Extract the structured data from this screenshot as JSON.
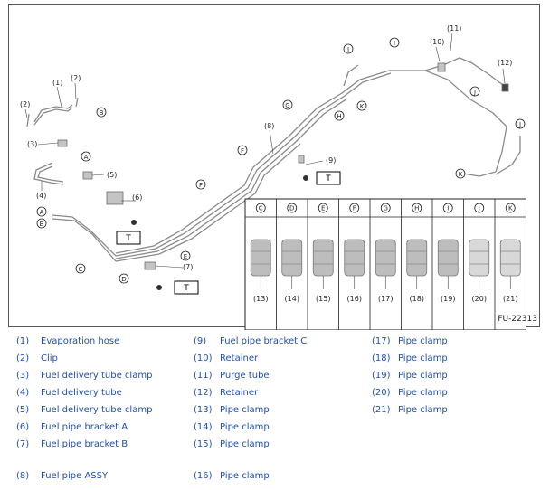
{
  "figure": {
    "id": "FU-22313",
    "torque_label": "T",
    "callouts": [
      "(1)",
      "(2)",
      "(3)",
      "(4)",
      "(5)",
      "(6)",
      "(7)",
      "(8)",
      "(9)",
      "(10)",
      "(11)",
      "(12)"
    ],
    "clamp_table": {
      "headers": [
        "C",
        "D",
        "E",
        "F",
        "G",
        "H",
        "I",
        "J",
        "K"
      ],
      "numbers": [
        "(13)",
        "(14)",
        "(15)",
        "(16)",
        "(17)",
        "(18)",
        "(19)",
        "(20)",
        "(21)"
      ]
    },
    "location_letters": [
      "A",
      "B",
      "C",
      "D",
      "E",
      "F",
      "G",
      "H",
      "I",
      "J",
      "K"
    ]
  },
  "legend": [
    {
      "num": "(1)",
      "label": "Evaporation hose"
    },
    {
      "num": "(2)",
      "label": "Clip"
    },
    {
      "num": "(3)",
      "label": "Fuel delivery tube clamp"
    },
    {
      "num": "(4)",
      "label": "Fuel delivery tube"
    },
    {
      "num": "(5)",
      "label": "Fuel delivery tube clamp"
    },
    {
      "num": "(6)",
      "label": "Fuel pipe bracket A"
    },
    {
      "num": "(7)",
      "label": "Fuel pipe bracket B"
    },
    {
      "num": "(8)",
      "label": "Fuel pipe ASSY"
    },
    {
      "num": "(9)",
      "label": "Fuel pipe bracket C"
    },
    {
      "num": "(10)",
      "label": "Retainer"
    },
    {
      "num": "(11)",
      "label": "Purge tube"
    },
    {
      "num": "(12)",
      "label": "Retainer"
    },
    {
      "num": "(13)",
      "label": "Pipe clamp"
    },
    {
      "num": "(14)",
      "label": "Pipe clamp"
    },
    {
      "num": "(15)",
      "label": "Pipe clamp"
    },
    {
      "num": "(16)",
      "label": "Pipe clamp"
    },
    {
      "num": "(17)",
      "label": "Pipe clamp"
    },
    {
      "num": "(18)",
      "label": "Pipe clamp"
    },
    {
      "num": "(19)",
      "label": "Pipe clamp"
    },
    {
      "num": "(20)",
      "label": "Pipe clamp"
    },
    {
      "num": "(21)",
      "label": "Pipe clamp"
    }
  ]
}
